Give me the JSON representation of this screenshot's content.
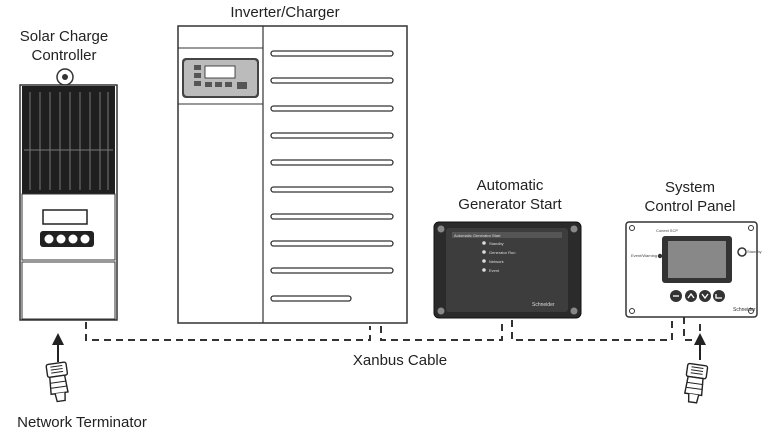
{
  "labels": {
    "solar_line1": "Solar Charge",
    "solar_line2": "Controller",
    "inverter": "Inverter/Charger",
    "ags_line1": "Automatic",
    "ags_line2": "Generator Start",
    "scp_line1": "System",
    "scp_line2": "Control Panel",
    "cable": "Xanbus Cable",
    "terminator": "Network Terminator"
  },
  "ags_panel": {
    "header": "Automatic Generator Start",
    "leds": [
      "Standby",
      "Generator Run",
      "Network",
      "Event"
    ],
    "brand": "Schneider"
  },
  "scp_panel": {
    "header": "Conext SCP",
    "left_led": "Event/Warning",
    "right_led": "Standby",
    "brand": "Schneider"
  },
  "colors": {
    "stroke": "#333333",
    "device_dark": "#2b2b2b",
    "background": "#ffffff"
  }
}
